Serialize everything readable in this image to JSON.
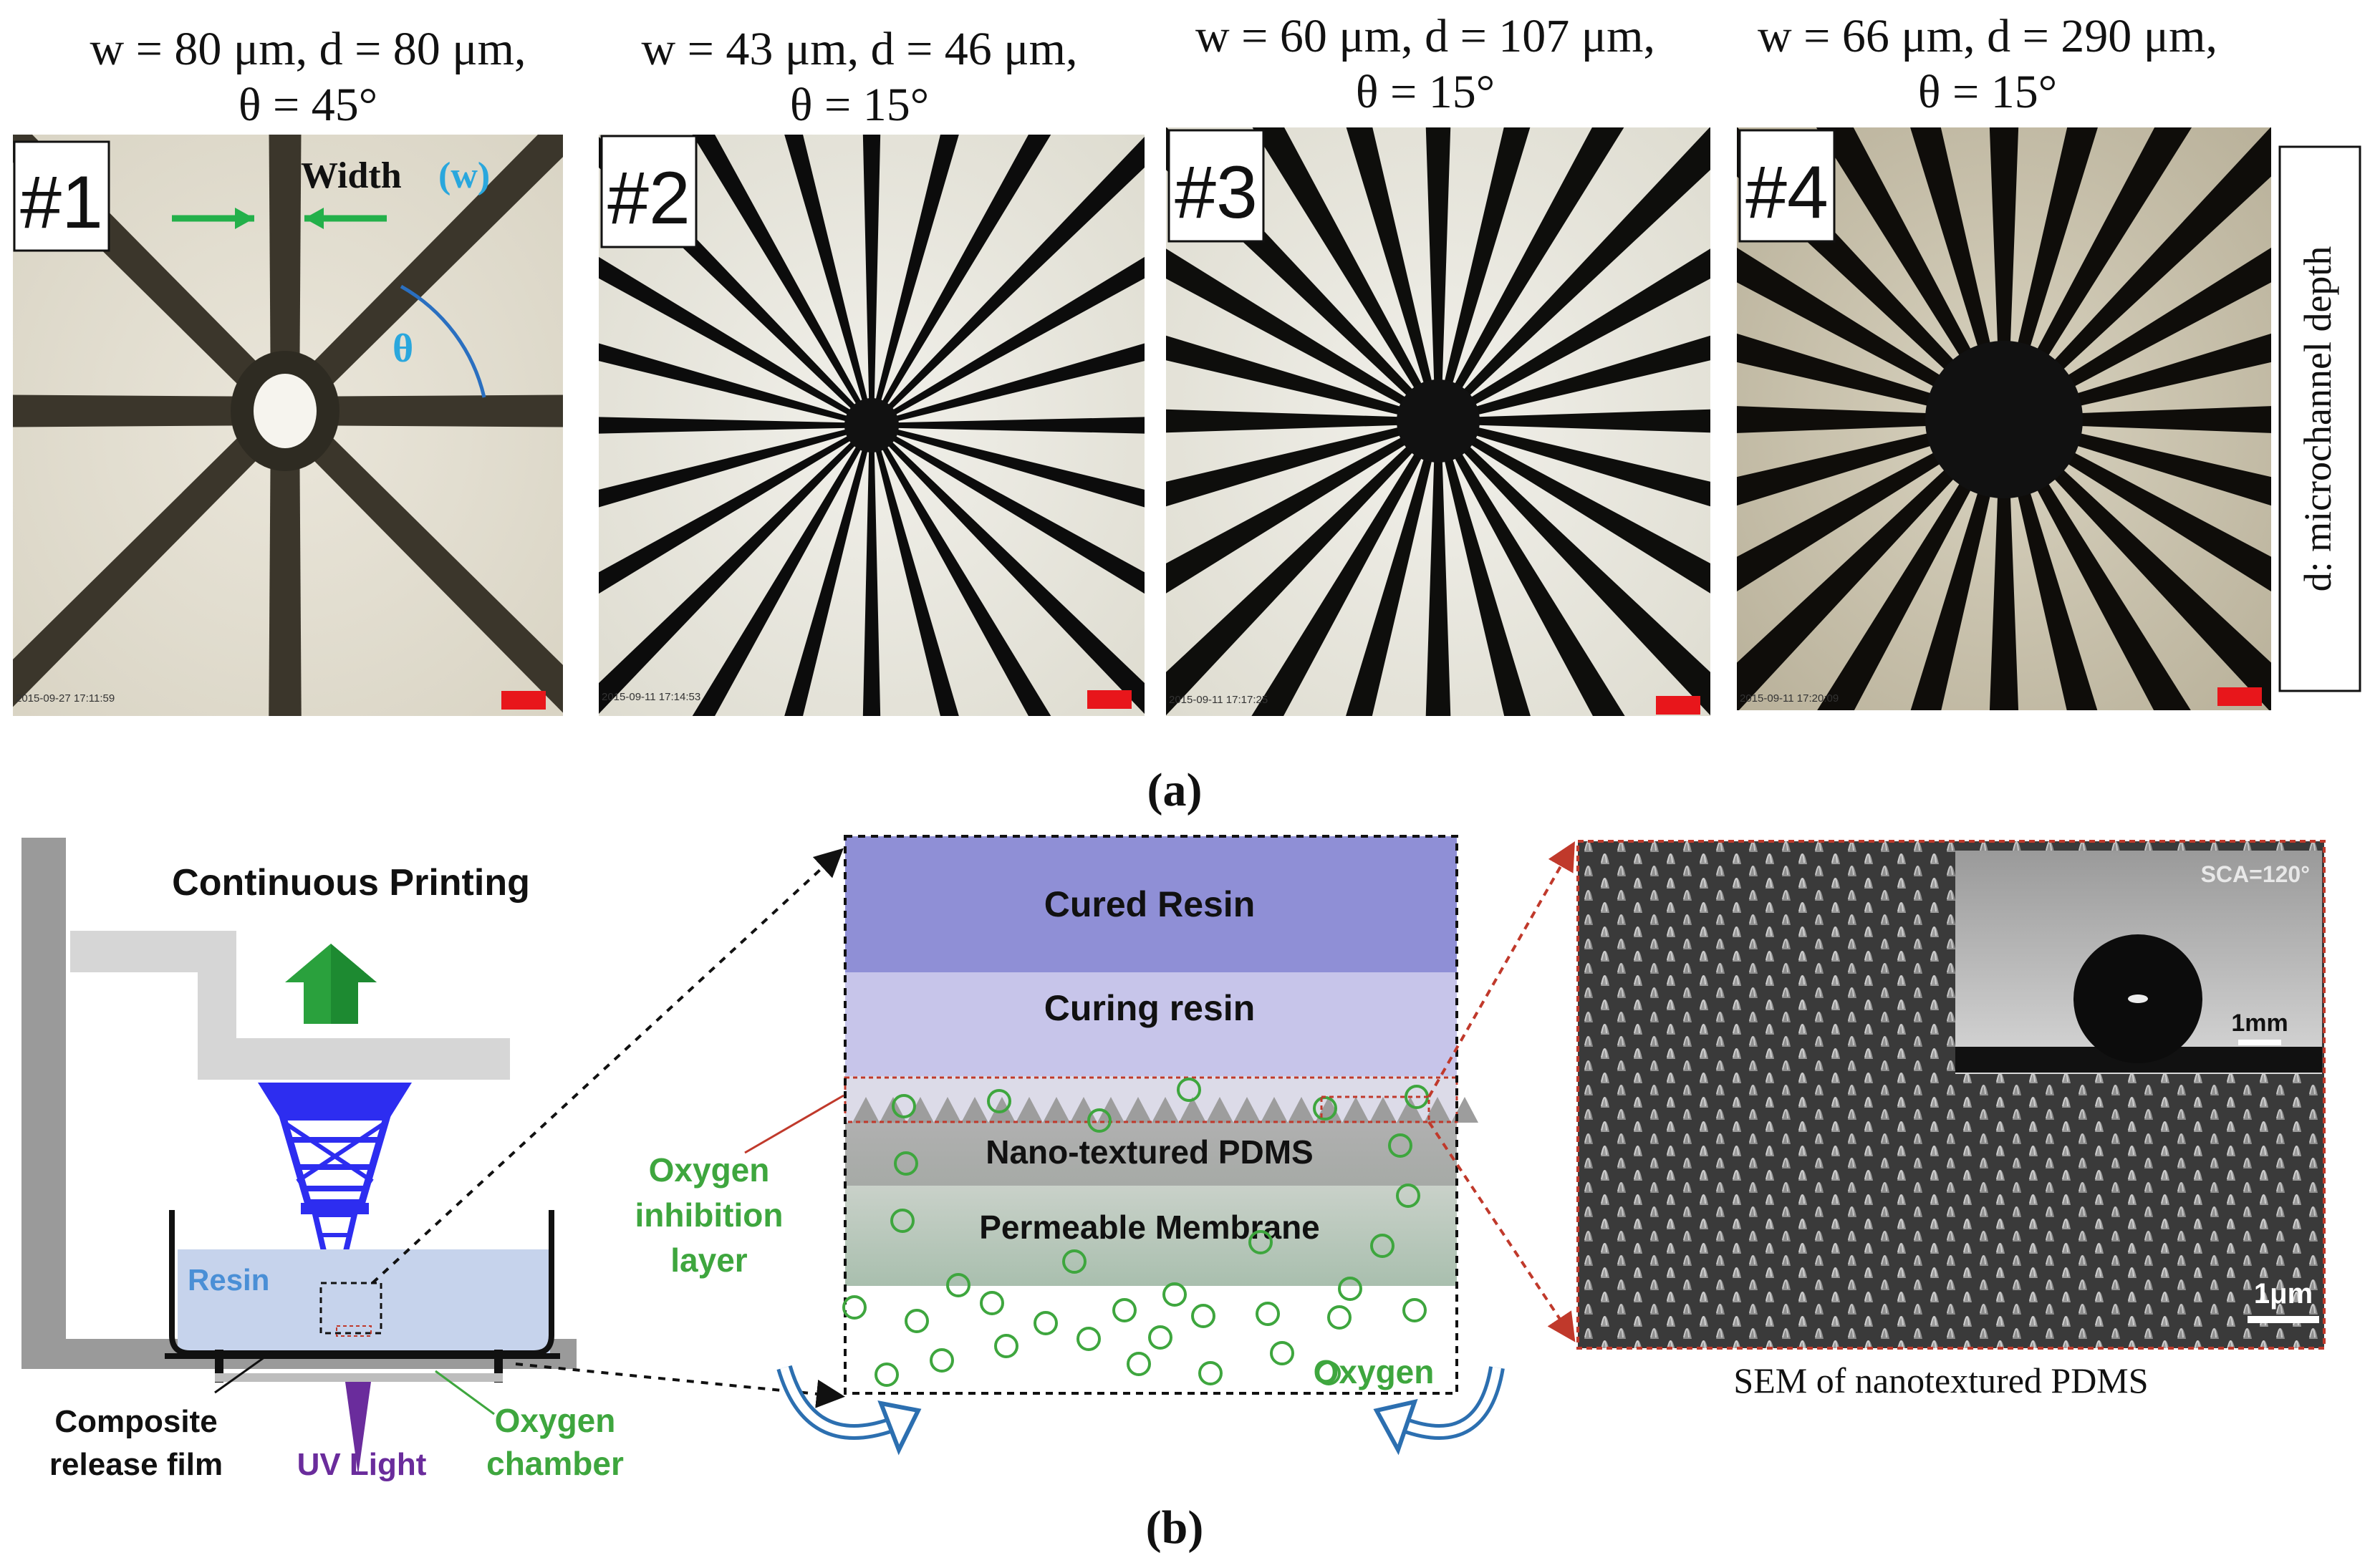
{
  "panel_a": {
    "label": "(a)",
    "side_label": "d: microchannel depth",
    "samples": [
      {
        "id": "#1",
        "params_line1": "w = 80 μm, d = 80 μm,",
        "params_line2": "θ = 45°",
        "timestamp": "2015-09-27 17:11:59",
        "spokes": 8,
        "width_label": "Width",
        "width_symbol": "(w)",
        "angle_symbol": "θ"
      },
      {
        "id": "#2",
        "params_line1": "w = 43 μm, d = 46 μm,",
        "params_line2": "θ = 15°",
        "timestamp": "2015-09-11 17:14:53",
        "spokes": 24
      },
      {
        "id": "#3",
        "params_line1": "w = 60 μm, d = 107 μm,",
        "params_line2": "θ = 15°",
        "timestamp": "2015-09-11 17:17:25",
        "spokes": 24
      },
      {
        "id": "#4",
        "params_line1": "w = 66 μm, d = 290 μm,",
        "params_line2": "θ = 15°",
        "timestamp": "2015-09-11 17:20:09",
        "spokes": 24
      }
    ]
  },
  "panel_b": {
    "label": "(b)",
    "printer": {
      "title": "Continuous Printing",
      "resin": "Resin",
      "composite_line1": "Composite",
      "composite_line2": "release film",
      "uv": "UV Light",
      "oxygen_chamber_line1": "Oxygen",
      "oxygen_chamber_line2": "chamber"
    },
    "layers": {
      "cured": "Cured Resin",
      "curing": "Curing resin",
      "nano": "Nano-textured PDMS",
      "membrane": "Permeable Membrane",
      "oxygen": "Oxygen",
      "inhibition_line1": "Oxygen",
      "inhibition_line2": "inhibition",
      "inhibition_line3": "layer"
    },
    "sem": {
      "caption": "SEM of nanotextured PDMS",
      "sca": "SCA=120°",
      "scale_inset": "1mm",
      "scale_main": "1μm"
    }
  },
  "colors": {
    "cured": "#8f8fd6",
    "curing": "#c7c5ea",
    "oxygen_green": "#3ea63e",
    "scale_red": "#e8161b",
    "tower_blue": "#2d2df0",
    "uv_purple": "#6a2c9c",
    "arrow_blue": "#2c6fb0",
    "angle_cyan": "#2aa7dd"
  }
}
